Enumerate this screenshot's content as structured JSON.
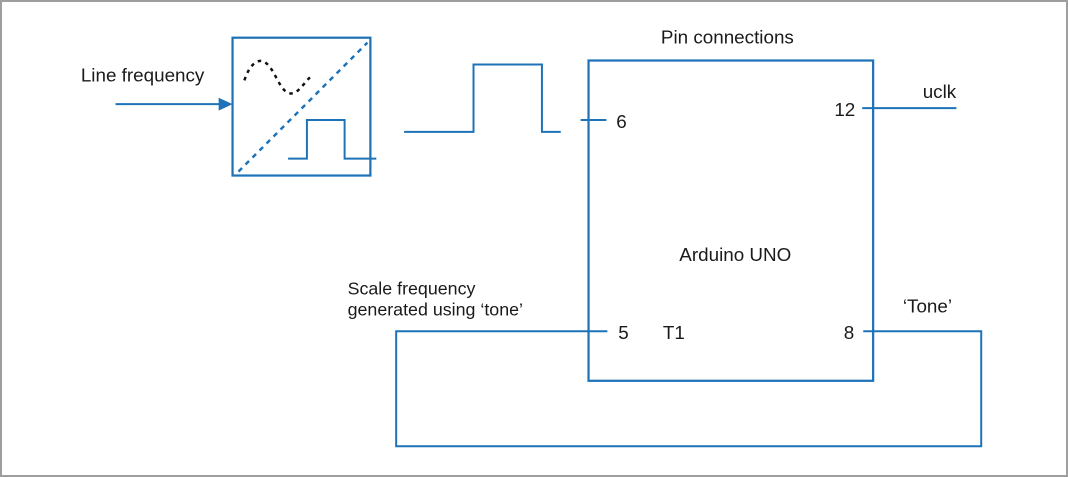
{
  "diagram": {
    "title": "Pin connections",
    "chip_label": "Arduino UNO",
    "input_label": "Line frequency",
    "output_clock_label": "uclk",
    "output_tone_label": "‘Tone’",
    "feedback_label_line1": "Scale frequency",
    "feedback_label_line2": "generated using ‘tone’",
    "timer_label": "T1",
    "pins": {
      "pulse_input": "6",
      "tone_input": "5",
      "uclk_output": "12",
      "tone_output": "8"
    },
    "colors": {
      "wire_blue": "#1e73b8",
      "text_black": "#1a1a1a",
      "waveform_black": "#111111",
      "frame_gray": "#9e9e9e",
      "background": "#ffffff"
    }
  }
}
